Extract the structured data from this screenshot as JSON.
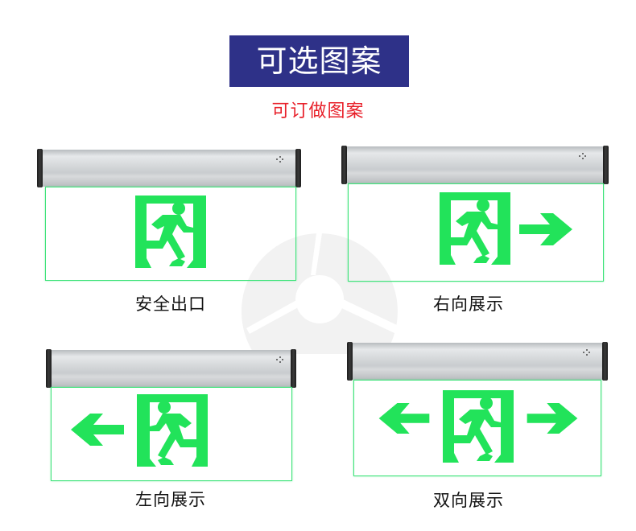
{
  "header": {
    "title": "可选图案",
    "subtitle": "可订做图案"
  },
  "colors": {
    "banner_bg": "#2e3188",
    "subtitle_red": "#e8202a",
    "sign_green": "#22e35a",
    "panel_edge": "#3ee37a"
  },
  "signs": [
    {
      "label": "安全出口",
      "arrow": "none",
      "figure_direction": "right",
      "icon": "running-man-exit-icon"
    },
    {
      "label": "右向展示",
      "arrow": "right",
      "figure_direction": "right",
      "icon": "running-man-exit-icon"
    },
    {
      "label": "左向展示",
      "arrow": "left",
      "figure_direction": "left",
      "icon": "running-man-exit-icon"
    },
    {
      "label": "双向展示",
      "arrow": "both",
      "figure_direction": "right",
      "icon": "running-man-exit-icon"
    }
  ]
}
